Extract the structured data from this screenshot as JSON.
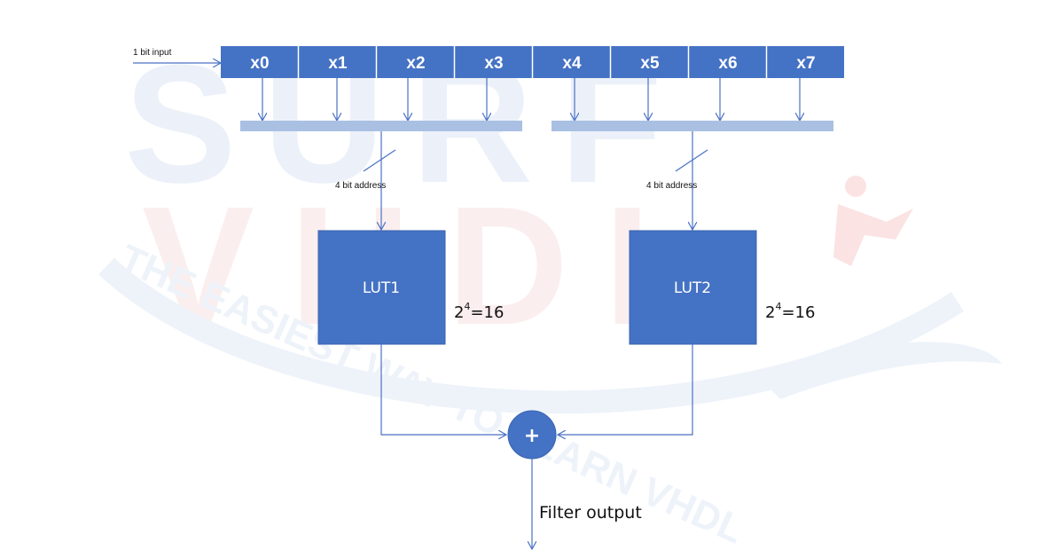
{
  "colors": {
    "block": "#4472c4",
    "bus": "#a9c0e3",
    "wire": "#4a72c4",
    "text": "#111111",
    "watermark_blue": "#e9eff8",
    "watermark_red": "#fbeaea"
  },
  "watermark": {
    "logo_top": "SURF",
    "logo_bottom": "VHDL",
    "tagline": "THE EASIEST WAY TO LEARN VHDL"
  },
  "input_label": "1 bit input",
  "register": [
    "x0",
    "x1",
    "x2",
    "x3",
    "x4",
    "x5",
    "x6",
    "x7"
  ],
  "address_labels": [
    "4 bit address",
    "4 bit address"
  ],
  "luts": [
    {
      "name": "LUT1",
      "size_base": "2",
      "size_exp": "4",
      "size_rest": "=16"
    },
    {
      "name": "LUT2",
      "size_base": "2",
      "size_exp": "4",
      "size_rest": "=16"
    }
  ],
  "adder_symbol": "+",
  "output_label": "Filter output"
}
